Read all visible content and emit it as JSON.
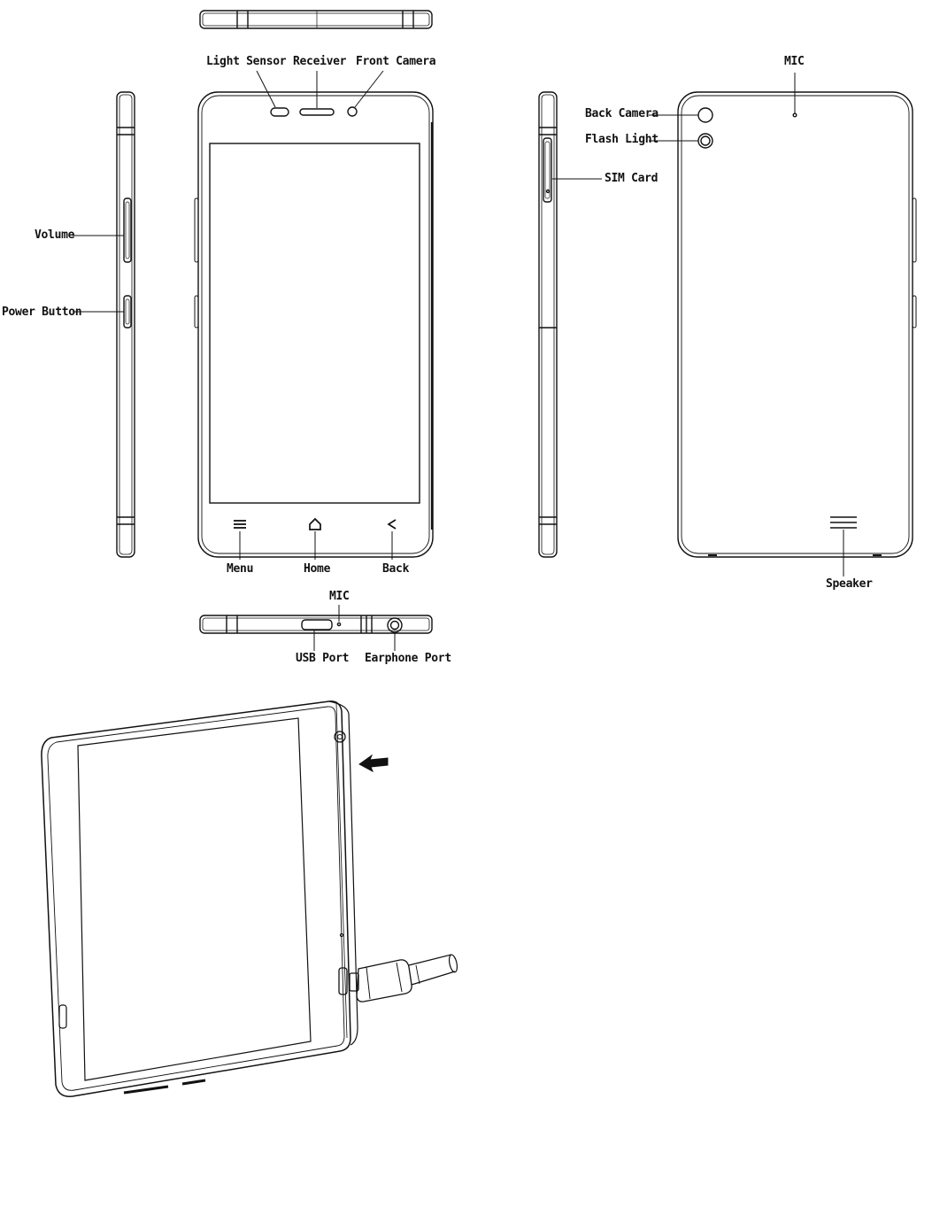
{
  "labels": {
    "light_sensor": "Light Sensor",
    "receiver": "Receiver",
    "front_camera": "Front Camera",
    "volume": "Volume",
    "power_button": "Power Button",
    "menu": "Menu",
    "home": "Home",
    "back": "Back",
    "mic_bottom": "MIC",
    "usb_port": "USB Port",
    "earphone_port": "Earphone Port",
    "mic_rear": "MIC",
    "back_camera": "Back Camera",
    "flash_light": "Flash Light",
    "sim_card": "SIM Card",
    "speaker": "Speaker"
  },
  "icons": {
    "menu_key": "menu-icon",
    "home_key": "home-icon",
    "back_key": "back-icon",
    "charge_arrow": "arrow-left-icon"
  },
  "colors": {
    "line": "#111111",
    "background": "#ffffff"
  }
}
